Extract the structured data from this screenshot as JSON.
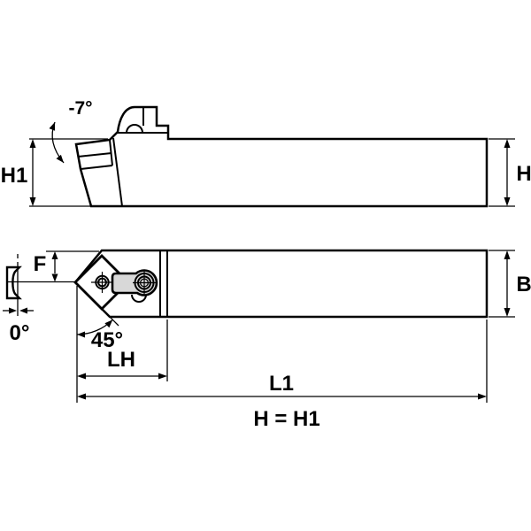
{
  "drawing": {
    "type": "technical-drawing",
    "subject": "lathe toolholder, side view and plan view",
    "colors": {
      "body_fill": "#D8D8D8",
      "insert_fill": "#FFFFFF",
      "line": "#000000",
      "background": "#FFFFFF"
    },
    "side_view": {
      "rake_angle_label": "-7°",
      "height_label": "H1",
      "shank_height_label": "H"
    },
    "plan_view": {
      "tip_offset_label": "F",
      "shank_width_label": "B",
      "zero_angle_label": "0°",
      "lead_angle_label": "45°",
      "head_length_label": "LH",
      "overall_length_label": "L1"
    },
    "footer": {
      "note": "H = H1"
    }
  }
}
